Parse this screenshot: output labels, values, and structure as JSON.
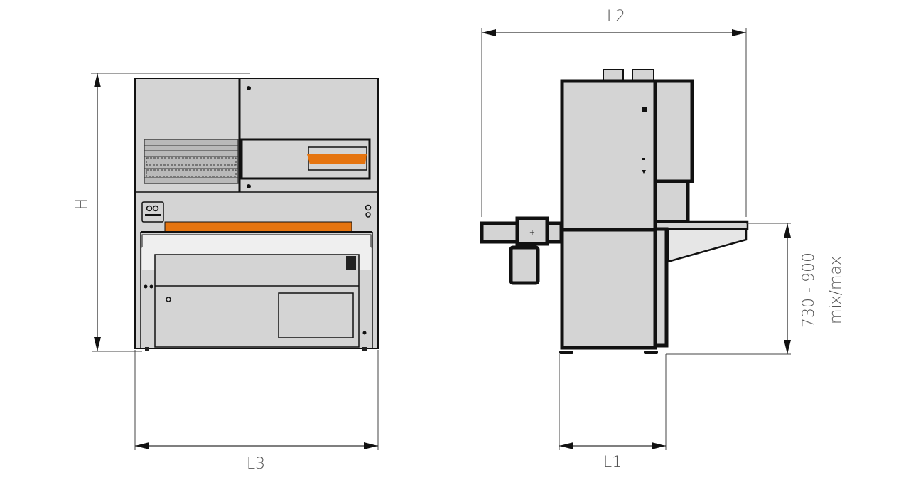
{
  "dimensions": {
    "L2": "L2",
    "H": "H",
    "L3": "L3",
    "L1": "L1",
    "table_height": "730 - 900",
    "table_height_note": "mix/max"
  },
  "colors": {
    "body": "#d4d4d4",
    "accent": "#e5740f",
    "line": "#111111"
  }
}
